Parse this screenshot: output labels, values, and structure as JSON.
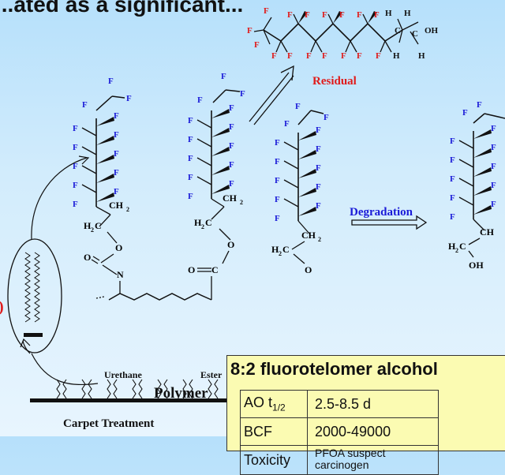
{
  "title": "...ated as a significant...",
  "residual_label": "Residual",
  "degradation_label": "Degradation",
  "urethane_label": "Urethane",
  "ester_label": "Ester",
  "polymer_label": "Polymer",
  "carpet_label": "Carpet Treatment",
  "red_paren": ")",
  "info": {
    "heading": "8:2 fluorotelomer alcohol",
    "rows": [
      {
        "key": "AO t",
        "sub": "1/2",
        "value": "2.5-8.5 d"
      },
      {
        "key": "BCF",
        "sub": "",
        "value": "2000-49000"
      },
      {
        "key": "Toxicity",
        "sub": "",
        "value": "PFOA suspect carcinogen"
      }
    ]
  },
  "atoms": {
    "F": "F",
    "H": "H",
    "OH": "OH",
    "C": "C",
    "O": "O",
    "N": "N",
    "CH2": "CH",
    "H2C": "H",
    "two": "2"
  },
  "colors": {
    "fluorine_blue": "#1b1bd8",
    "fluorine_red": "#e01b1b",
    "black": "#111111",
    "info_bg": "#fbfbb2",
    "sky": "#c6e8fb"
  }
}
